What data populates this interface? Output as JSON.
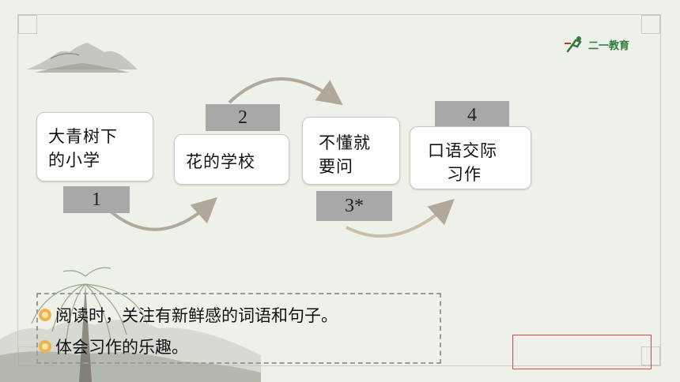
{
  "logo": {
    "text": "二一教育",
    "icon": "runner-logo-icon"
  },
  "steps": [
    {
      "number": "1",
      "lines": [
        "大青树下",
        "的小学"
      ]
    },
    {
      "number": "2",
      "lines": [
        "花的学校"
      ]
    },
    {
      "number": "3*",
      "lines": [
        "不懂就",
        "要问"
      ]
    },
    {
      "number": "4",
      "lines": [
        "口语交际",
        "习作"
      ]
    }
  ],
  "objectives": [
    {
      "text": "阅读时，关注有新鲜感的词语和句子。",
      "icon": "flower-bullet-icon"
    },
    {
      "text": "体会习作的乐趣。",
      "icon": "flower-bullet-icon"
    }
  ],
  "colors": {
    "number_bg": "#a8a8a8",
    "arrow": "#b0a898",
    "frame": "#c9cbc4",
    "highlight": "#dd4444"
  }
}
